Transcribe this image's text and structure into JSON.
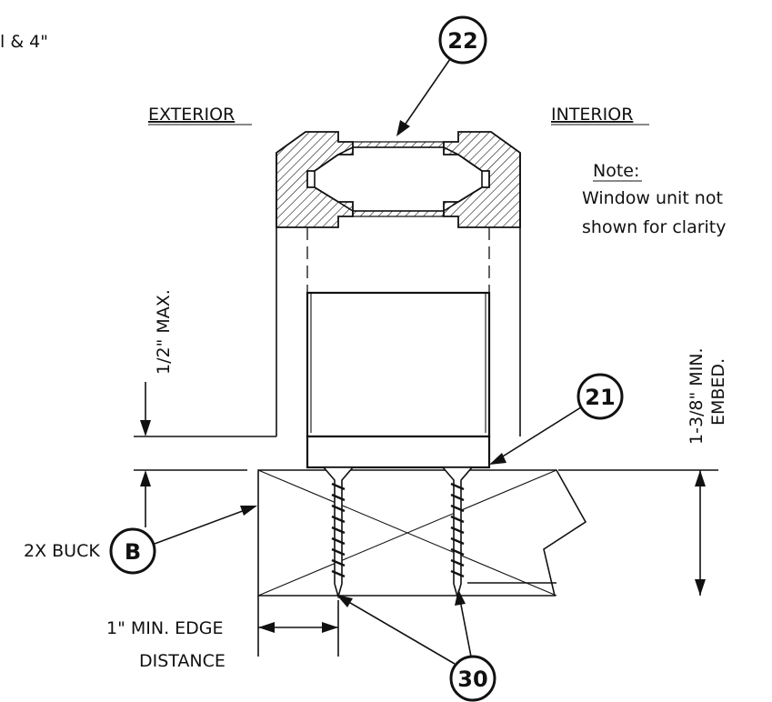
{
  "labels": {
    "top_left_fragment": "l & 4\"",
    "exterior": "EXTERIOR",
    "interior": "INTERIOR",
    "note_heading": "Note:",
    "note_line1": "Window unit not",
    "note_line2": "shown for clarity",
    "half_inch_max": "1/2\" MAX.",
    "embed_line1": "1-3/8\" MIN.",
    "embed_line2": "EMBED.",
    "buck": "2X BUCK",
    "edge_line1": "1\" MIN. EDGE",
    "edge_line2": "DISTANCE"
  },
  "callouts": {
    "c22": "22",
    "c21": "21",
    "cB": "B",
    "c30": "30"
  }
}
